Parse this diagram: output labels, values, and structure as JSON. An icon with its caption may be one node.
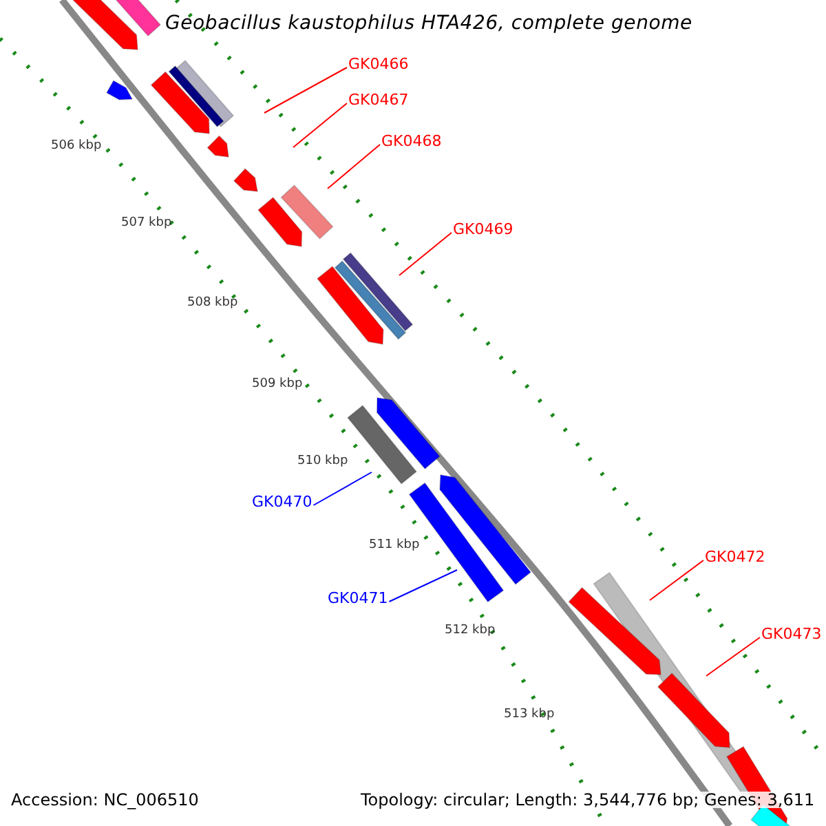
{
  "diagram": {
    "title": "Geobacillus kaustophilus HTA426, complete genome",
    "nodes": [
      {
        "text": [
          "GK0466"
        ]
      },
      {
        "text": [
          "GK0467"
        ]
      },
      {
        "text": [
          "GK0468"
        ]
      },
      {
        "text": [
          "GK0469"
        ]
      },
      {
        "text": [
          "GK0470"
        ]
      },
      {
        "text": [
          "GK0471"
        ]
      },
      {
        "text": [
          "GK0472"
        ]
      },
      {
        "text": [
          "GK0473"
        ]
      }
    ],
    "edges": [
      {
        "from": 0,
        "to": null,
        "arrow": "none"
      },
      {
        "from": 1,
        "to": null,
        "arrow": "none"
      },
      {
        "from": 2,
        "to": null,
        "arrow": "none"
      },
      {
        "from": 3,
        "to": null,
        "arrow": "none"
      },
      {
        "from": 4,
        "to": null,
        "arrow": "none",
        "color": "#0000ff"
      },
      {
        "from": 5,
        "to": null,
        "arrow": "none",
        "color": "#0000ff"
      },
      {
        "from": 6,
        "to": null,
        "arrow": "none"
      },
      {
        "from": 7,
        "to": null,
        "arrow": "none"
      }
    ],
    "labels": [
      "506 kbp",
      "507 kbp",
      "508 kbp",
      "509 kbp",
      "510 kbp",
      "511 kbp",
      "512 kbp",
      "513 kbp",
      "Accession: NC_006510",
      "Topology: circular; Length: 3,544,776 bp; Genes: 3,611"
    ]
  }
}
